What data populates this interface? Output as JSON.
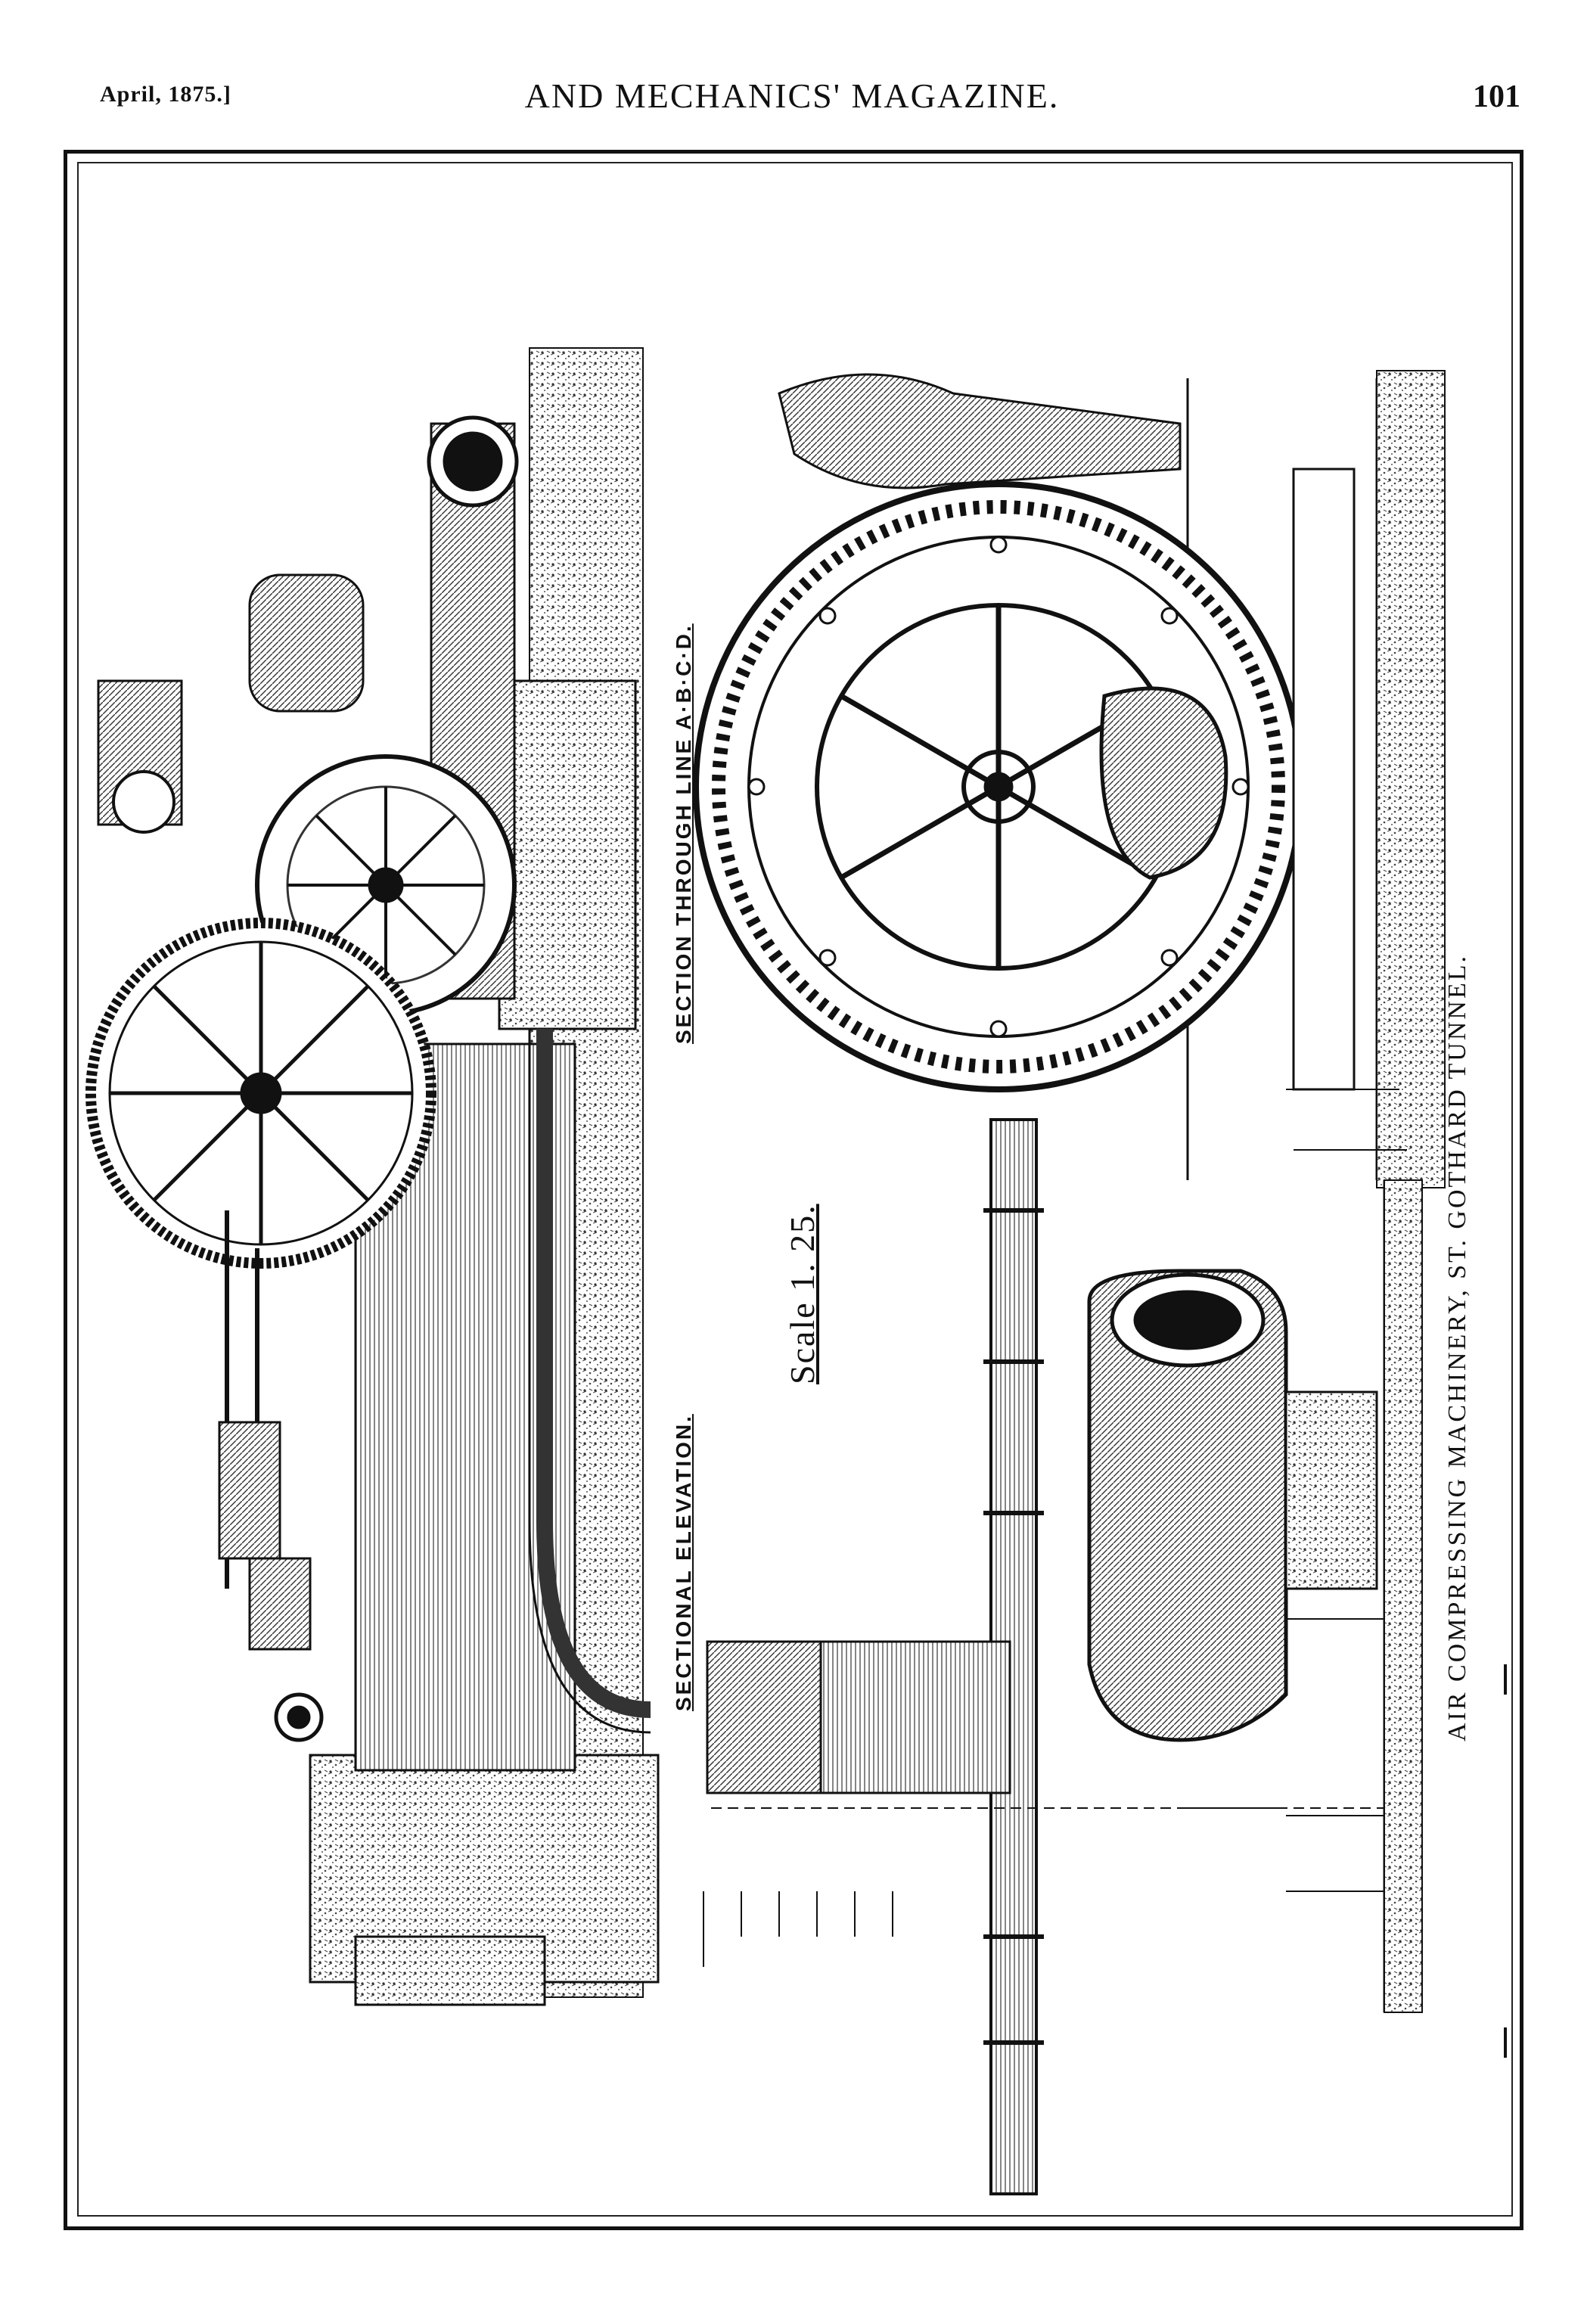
{
  "header": {
    "date": "April, 1875.]",
    "title": "AND MECHANICS' MAGAZINE.",
    "page_number": "101"
  },
  "plate": {
    "section_label": "SECTION THROUGH LINE A·B·C·D.",
    "elevation_label": "SECTIONAL ELEVATION.",
    "scale_label": "Scale 1. 25.",
    "caption": "AIR COMPRESSING MACHINERY, ST. GOTHARD TUNNEL."
  },
  "colors": {
    "ink": "#111111",
    "paper": "#ffffff",
    "hatch": "#555555"
  }
}
